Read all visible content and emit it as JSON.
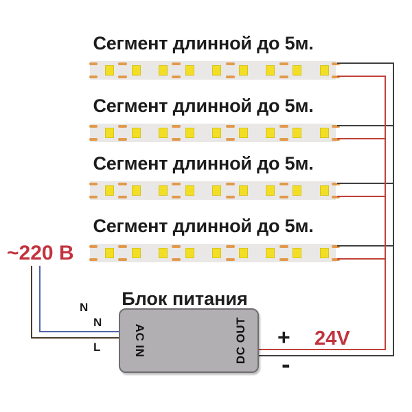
{
  "diagram": {
    "psu_title": "Блок питания",
    "mains_label": "~220 В",
    "ac_in_label": "AC IN",
    "dc_out_label": "DC OUT",
    "voltage_label": "24V",
    "plus_label": "+",
    "minus_label": "-",
    "wire_labels": {
      "n1": "N",
      "n2": "N",
      "l": "L"
    }
  },
  "segments": [
    {
      "label": "Сегмент длинной до 5м."
    },
    {
      "label": "Сегмент длинной до 5м."
    },
    {
      "label": "Сегмент длинной до 5м."
    },
    {
      "label": "Сегмент длинной до 5м."
    }
  ],
  "strip": {
    "led_count": 9,
    "inner_pad_after_leds": [
      1,
      3,
      5,
      7
    ],
    "colors": {
      "base": "#e9e8e6",
      "led": "#f2df25",
      "led_border": "#d8c31d",
      "pad": "#e2994b"
    }
  },
  "colors": {
    "wire_black": "#3f3f3f",
    "wire_red": "#c0413a",
    "wire_blue": "#5163a8",
    "wire_brown": "#4c3a27",
    "text_red": "#c2333e",
    "text_black": "#1c1c1c",
    "psu_fill": "#b2afb3",
    "psu_border": "#6f6c72"
  }
}
